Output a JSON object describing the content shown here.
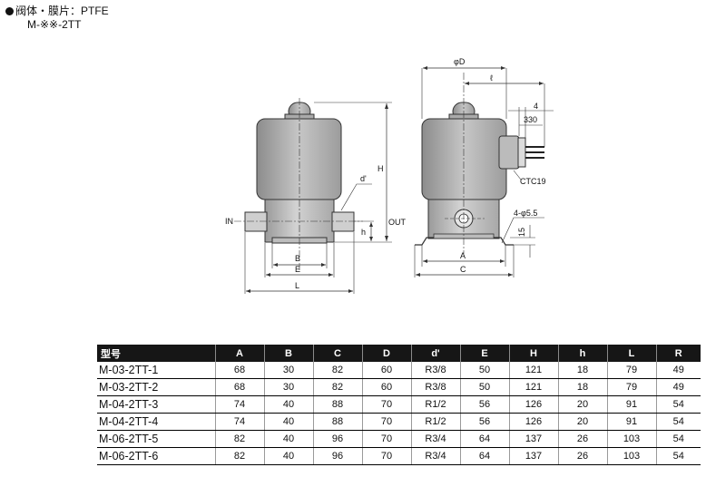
{
  "header": {
    "line1": "阀体・膜片：PTFE",
    "line2": "M-※※-2TT"
  },
  "drawing_labels": {
    "IN": "IN",
    "OUT": "OUT",
    "B": "B",
    "E": "E",
    "L": "L",
    "H": "H",
    "h": "h",
    "d": "d'",
    "phiD": "φD",
    "ell": "ℓ",
    "four": "4",
    "n330": "330",
    "CTC": "CTC19",
    "hole": "4-φ5.5",
    "n15": "15",
    "A": "A",
    "C": "C"
  },
  "table": {
    "headers": [
      "型号",
      "A",
      "B",
      "C",
      "D",
      "d'",
      "E",
      "H",
      "h",
      "L",
      "R"
    ],
    "rows": [
      [
        "M-03-2TT-1",
        "68",
        "30",
        "82",
        "60",
        "R3/8",
        "50",
        "121",
        "18",
        "79",
        "49"
      ],
      [
        "M-03-2TT-2",
        "68",
        "30",
        "82",
        "60",
        "R3/8",
        "50",
        "121",
        "18",
        "79",
        "49"
      ],
      [
        "M-04-2TT-3",
        "74",
        "40",
        "88",
        "70",
        "R1/2",
        "56",
        "126",
        "20",
        "91",
        "54"
      ],
      [
        "M-04-2TT-4",
        "74",
        "40",
        "88",
        "70",
        "R1/2",
        "56",
        "126",
        "20",
        "91",
        "54"
      ],
      [
        "M-06-2TT-5",
        "82",
        "40",
        "96",
        "70",
        "R3/4",
        "64",
        "137",
        "26",
        "103",
        "54"
      ],
      [
        "M-06-2TT-6",
        "82",
        "40",
        "96",
        "70",
        "R3/4",
        "64",
        "137",
        "26",
        "103",
        "54"
      ]
    ]
  }
}
